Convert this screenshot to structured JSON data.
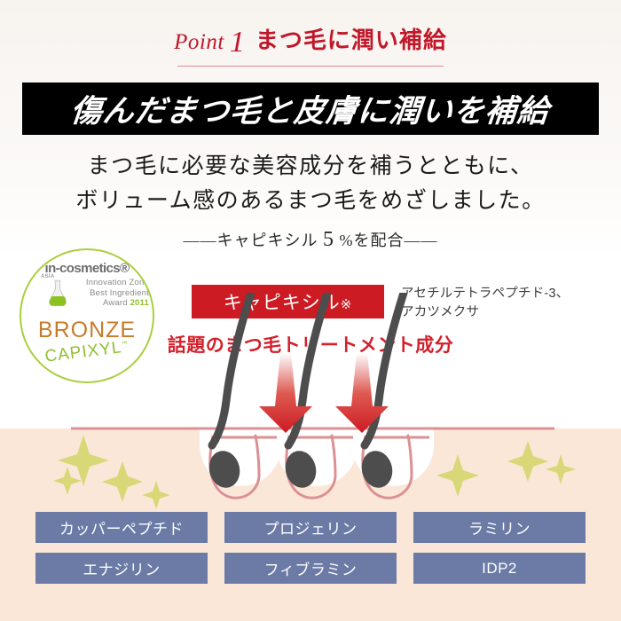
{
  "theme": {
    "accent_red": "#cc1b22",
    "heading_red": "#c0182a",
    "sub_red": "#d3202b",
    "banner_bg": "#000000",
    "skin_bg": "#fbe7d8",
    "box_blue": "#6b7ba6",
    "badge_green": "#a9cf3d",
    "bronze": "#c77b2a",
    "sparkle": "#d8d878"
  },
  "header": {
    "point_word": "Point",
    "point_number": "1",
    "point_title": "まつ毛に潤い補給",
    "banner_text": "傷んだまつ毛と皮膚に潤いを補給"
  },
  "lead": {
    "line1": "まつ毛に必要な美容成分を補うとともに、",
    "line2": "ボリューム感のあるまつ毛をめざしました。",
    "capixyl_note_prefix": "——キャピキシル ",
    "capixyl_note_number": "5",
    "capixyl_note_suffix": " %を配合——"
  },
  "badge": {
    "brand": "in-cosmetics",
    "brand_tm": "®",
    "region": "ASIA",
    "line1": "Innovation Zone",
    "line2": "Best Ingredient",
    "line3_label": "Award",
    "line3_year": "2011",
    "rank": "BRONZE",
    "product": "CAPIXYL",
    "product_tm": "™"
  },
  "callout": {
    "tag_label": "キャピキシル",
    "tag_mark": "※",
    "ingredients_line1": "アセチルテトラペプチド-3、",
    "ingredients_line2": "アカツメクサ",
    "subtitle": "話題のまつ毛トリートメント成分"
  },
  "ingredient_boxes": [
    "カッパーペプチド",
    "プロジェリン",
    "ラミリン",
    "エナジリン",
    "フィブラミン",
    "IDP2"
  ]
}
